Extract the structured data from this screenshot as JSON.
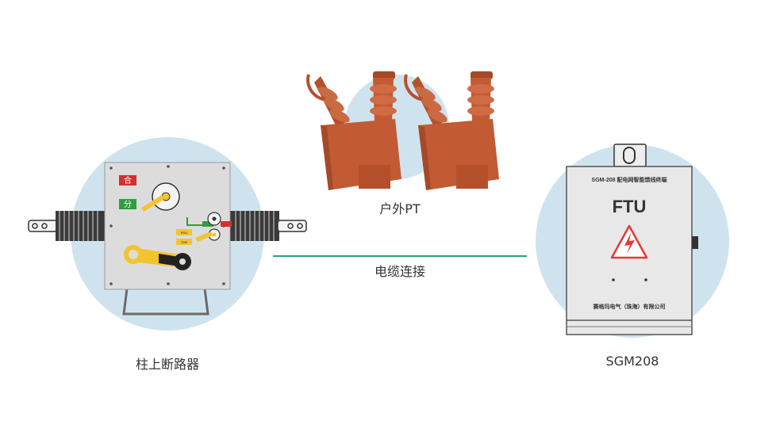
{
  "breaker": {
    "name": "柱上断路器",
    "close_mark": "合",
    "open_mark": "分",
    "tag_top": "RSD",
    "tag_bottom": "TMB"
  },
  "pt": {
    "name": "户外PT"
  },
  "connection": {
    "label": "电缆连接"
  },
  "ftu": {
    "name": "SGM208",
    "header": "SGM-208 配电网智能馈线终端",
    "title": "FTU",
    "maker": "赛格玛电气（珠海）有限公司"
  },
  "colors": {
    "halo": "#cfe3ef",
    "line": "#2e9e8a",
    "pt_body": "#c25a34",
    "cabinet": "#e8e8e8",
    "warning": "#e53935"
  }
}
